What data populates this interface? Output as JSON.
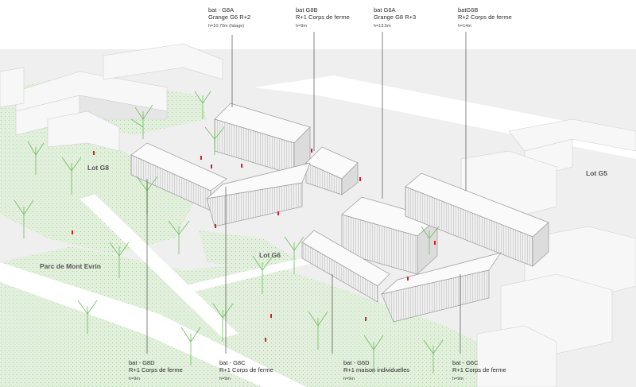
{
  "colors": {
    "ground": "#ececec",
    "green_area": "#d9ecd4",
    "tree": "#7cc46b",
    "building_light": "#f7f7f7",
    "building_shade": "#d8d8d8",
    "people": "#e31b1b",
    "leader": "#333333"
  },
  "labels": {
    "g8a": {
      "line1": "bat - G8A",
      "line2": "Grange G6 R+2",
      "line3": "h=10.70m (fatage)"
    },
    "g8b": {
      "line1": "bat G8B",
      "line2": "R+1 Corps de ferme",
      "line3": "h=9m"
    },
    "g6a": {
      "line1": "bat G6A",
      "line2": "Grange G8 R+3",
      "line3": "h=13.5m"
    },
    "g6b": {
      "line1": "batG6B",
      "line2": "R+2 Corps de ferme",
      "line3": "h=14m"
    },
    "g8d": {
      "line1": "bat - G8D",
      "line2": "R+1 Corps de ferme",
      "line3": "h=9m"
    },
    "g8c": {
      "line1": "bat - G8C",
      "line2": "R+1 Corps de ferme",
      "line3": "h=9m"
    },
    "g6d": {
      "line1": "bat - G6D",
      "line2": "R+1 maison individuelles",
      "line3": "h=9m"
    },
    "g6c": {
      "line1": "bat - G6C",
      "line2": "R+1 Corps de ferme",
      "line3": "h=9m"
    }
  },
  "lots": {
    "lot_g8": "Lot G8",
    "lot_g6": "Lot G6",
    "lot_g5": "Lot G5",
    "parc": "Parc de Mont Evrin"
  }
}
